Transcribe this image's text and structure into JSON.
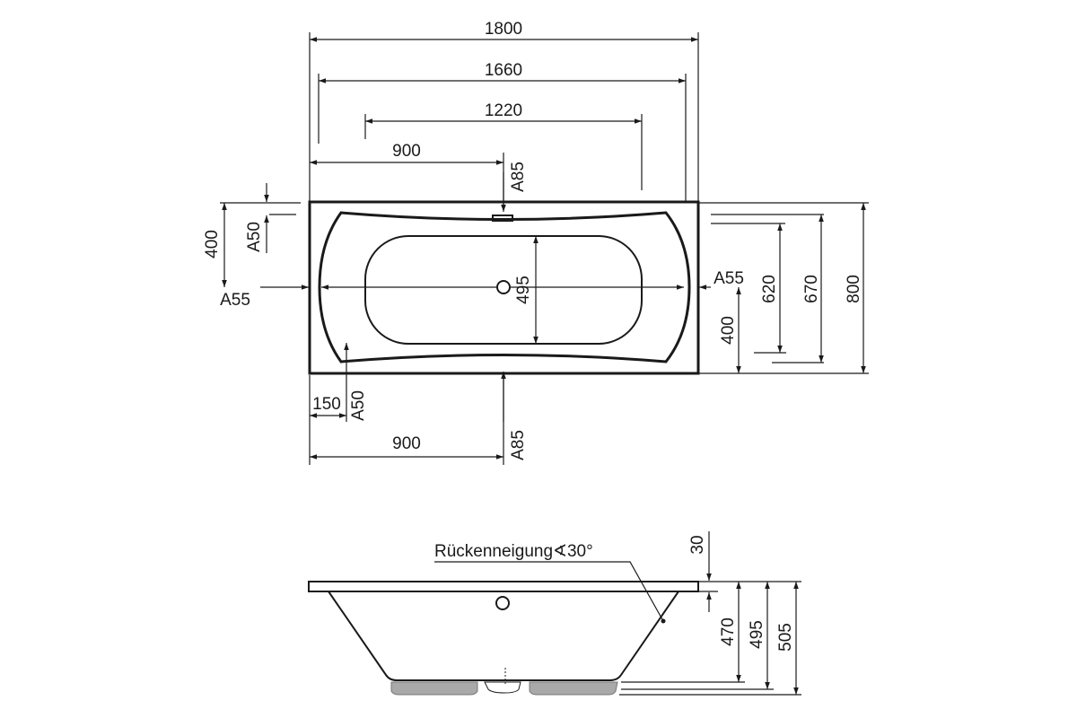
{
  "top_view": {
    "width_total": "1800",
    "width_outer": "1660",
    "width_inner": "1220",
    "half_width_top": "900",
    "half_width_bottom": "900",
    "height_total": "800",
    "height_670": "670",
    "height_620": "620",
    "height_400_right": "400",
    "height_400_left": "400",
    "inner_depth_495": "495",
    "offset_150": "150",
    "a85_top": "A85",
    "a85_bottom": "A85",
    "a50_left": "A50",
    "a50_bottom": "A50",
    "a55_left": "A55",
    "a55_right": "A55"
  },
  "side_view": {
    "backrest_label": "Rückenneigung",
    "backrest_symbol": "∢",
    "backrest_angle": "30°",
    "dim_30": "30",
    "dim_470": "470",
    "dim_495": "495",
    "dim_505": "505"
  }
}
